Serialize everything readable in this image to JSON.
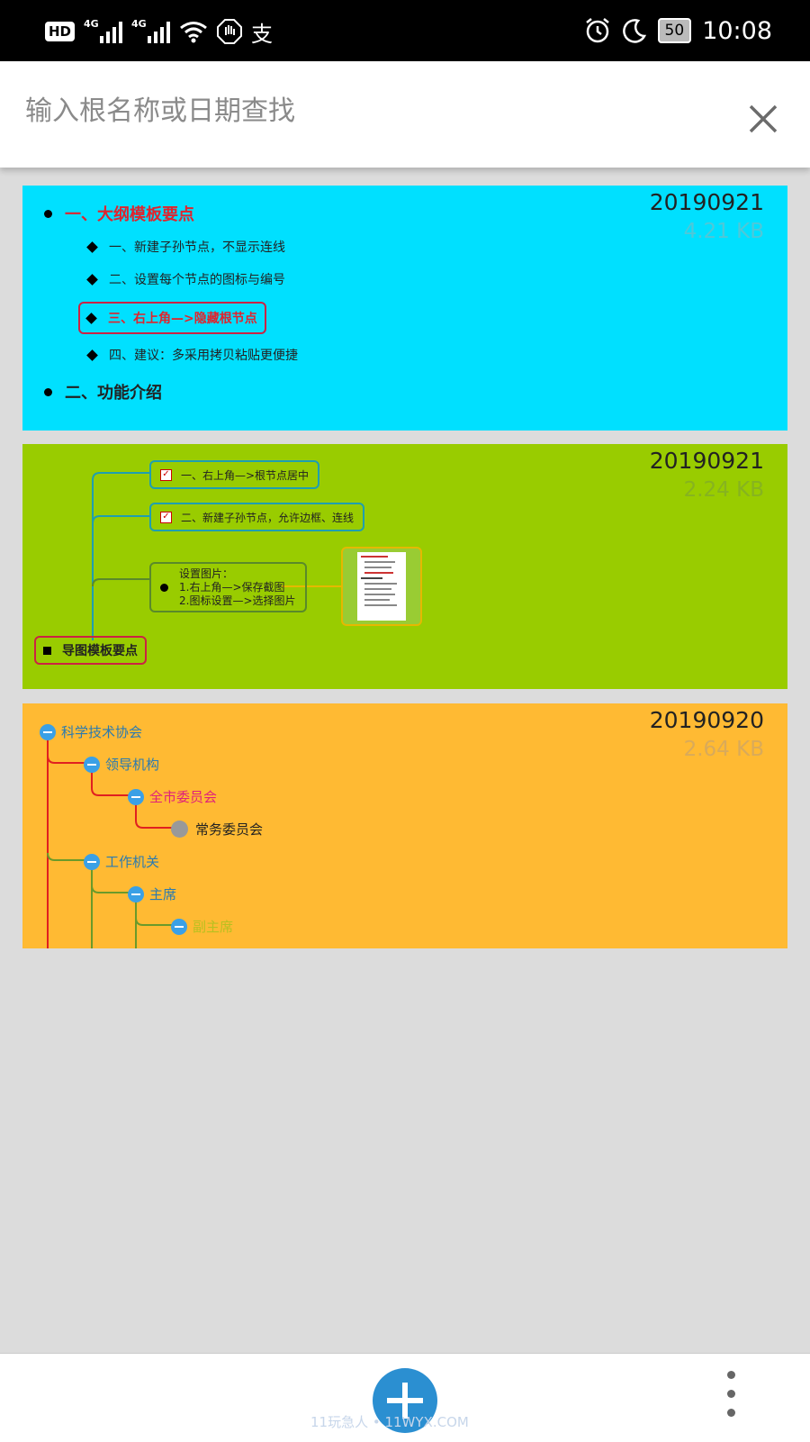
{
  "status_bar": {
    "hd": "HD",
    "net1": "4G",
    "net2": "4G",
    "pay_glyph": "支",
    "battery": "50",
    "time": "10:08"
  },
  "search": {
    "placeholder": "输入根名称或日期查找",
    "close_icon": "close-icon"
  },
  "cards": [
    {
      "date": "20190921",
      "size": "4.21 KB",
      "bg": "#00e0ff",
      "size_color": "#4fc8d8",
      "outline": {
        "item1": "一、大纲模板要点",
        "sub1": "一、新建子孙节点，不显示连线",
        "sub2": "二、设置每个节点的图标与编号",
        "sub3": "三、右上角—>隐藏根节点",
        "sub4": "四、建议：多采用拷贝粘贴更便捷",
        "item2": "二、功能介绍"
      }
    },
    {
      "date": "20190921",
      "size": "2.24 KB",
      "bg": "#99cc00",
      "size_color": "#86b320",
      "mindmap": {
        "node1": "一、右上角—>根节点居中",
        "node2": "二、新建子孙节点，允许边框、连线",
        "node3_title": "设置图片：",
        "node3_line1": "1.右上角—>保存截图",
        "node3_line2": "2.图标设置—>选择图片",
        "root": "导图模板要点"
      }
    },
    {
      "date": "20190920",
      "size": "2.64 KB",
      "bg": "#ffba33",
      "size_color": "#d9aa5a",
      "tree": {
        "n1": "科学技术协会",
        "n2": "领导机构",
        "n3": "全市委员会",
        "n4": "常务委员会",
        "n5": "工作机关",
        "n6": "主席",
        "n7": "副主席"
      }
    }
  ],
  "bottom": {
    "add_icon": "plus-icon",
    "menu_icon": "more-vertical-icon",
    "watermark": "11玩急人 • 11WYX.COM"
  }
}
